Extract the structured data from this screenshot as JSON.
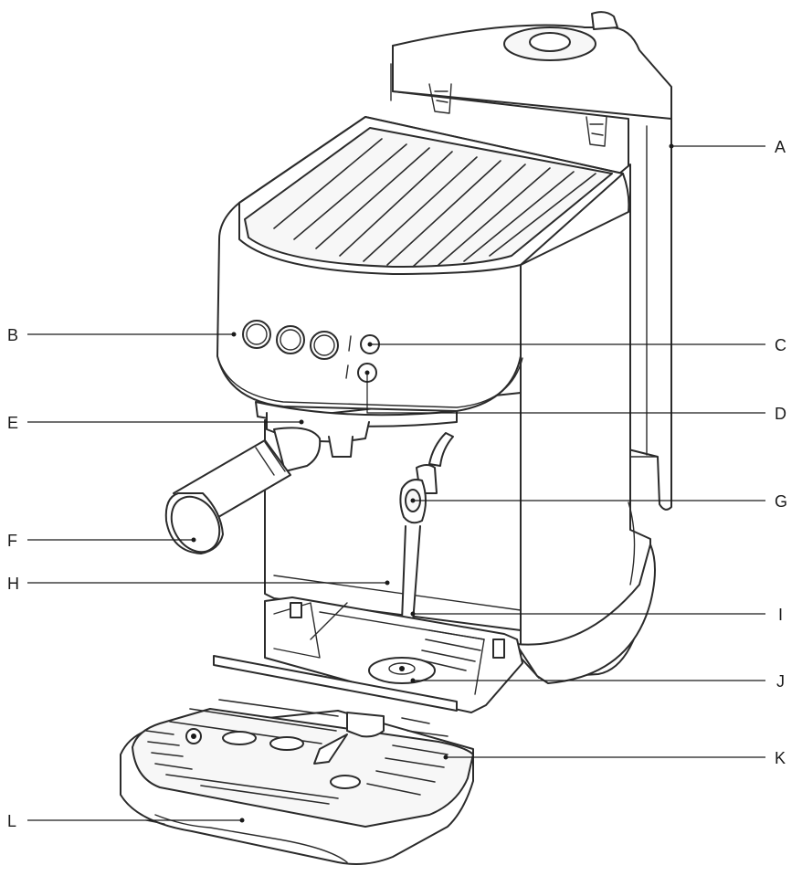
{
  "labels": {
    "A": "A",
    "B": "B",
    "C": "C",
    "D": "D",
    "E": "E",
    "F": "F",
    "G": "G",
    "H": "H",
    "I": "I",
    "J": "J",
    "K": "K",
    "L": "L"
  },
  "colors": {
    "line": "#2b2b2b",
    "leader": "#1a1a1a",
    "background": "#ffffff"
  }
}
